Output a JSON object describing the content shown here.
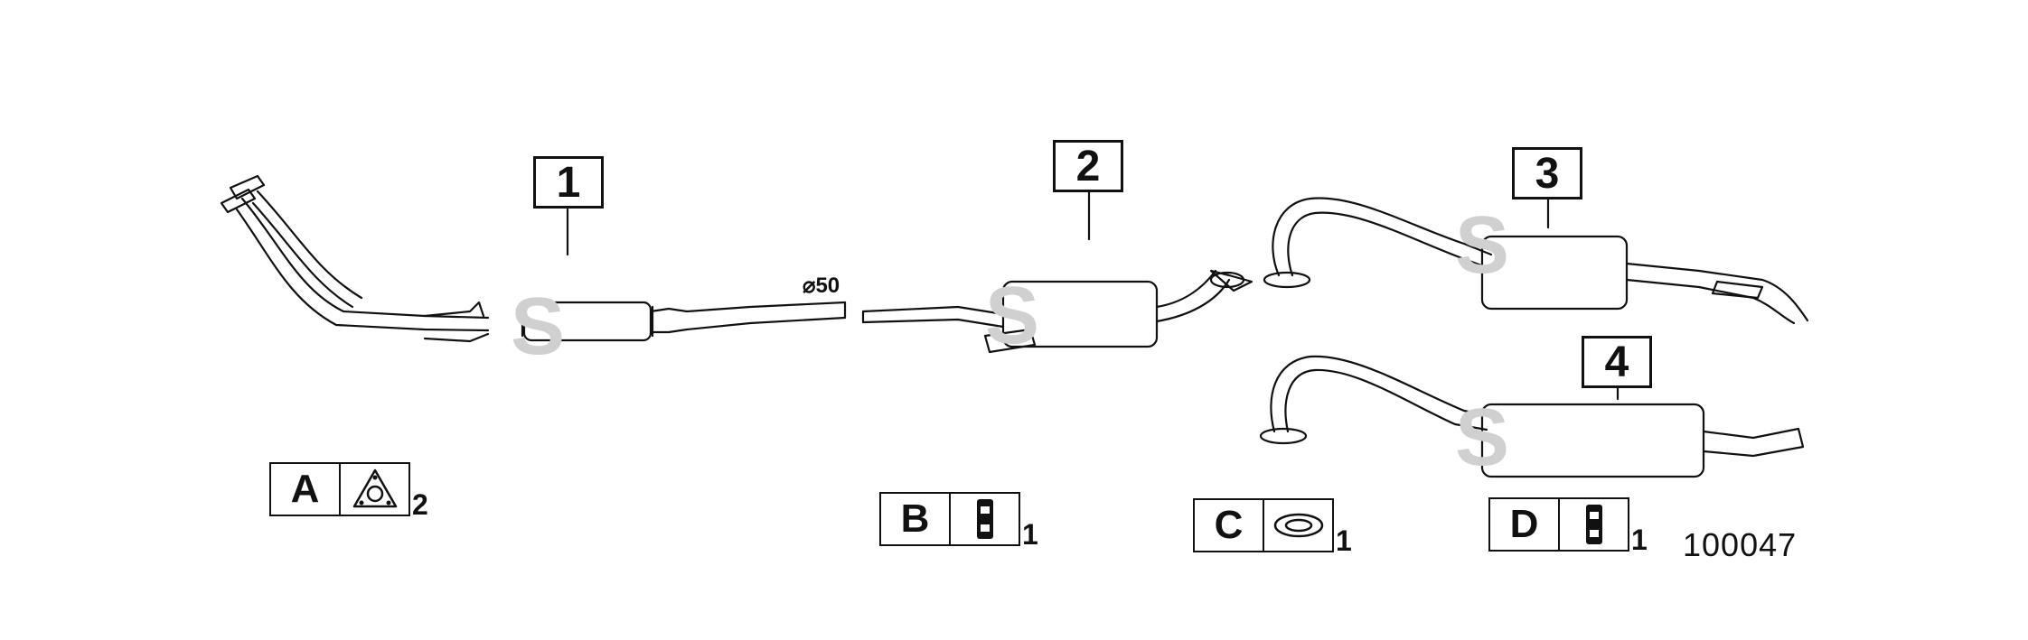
{
  "parts": [
    {
      "number": "1"
    },
    {
      "number": "2"
    },
    {
      "number": "3"
    },
    {
      "number": "4"
    }
  ],
  "dimension_label": "⌀50",
  "legend": [
    {
      "letter": "A",
      "icon": "flange-gasket-icon",
      "qty": "2"
    },
    {
      "letter": "B",
      "icon": "clamp-icon",
      "qty": "1"
    },
    {
      "letter": "C",
      "icon": "rubber-ring-icon",
      "qty": "1"
    },
    {
      "letter": "D",
      "icon": "clamp-icon",
      "qty": "1"
    }
  ],
  "drawing_number": "100047",
  "colors": {
    "line": "#111111",
    "watermark": "#d0d0d0"
  }
}
